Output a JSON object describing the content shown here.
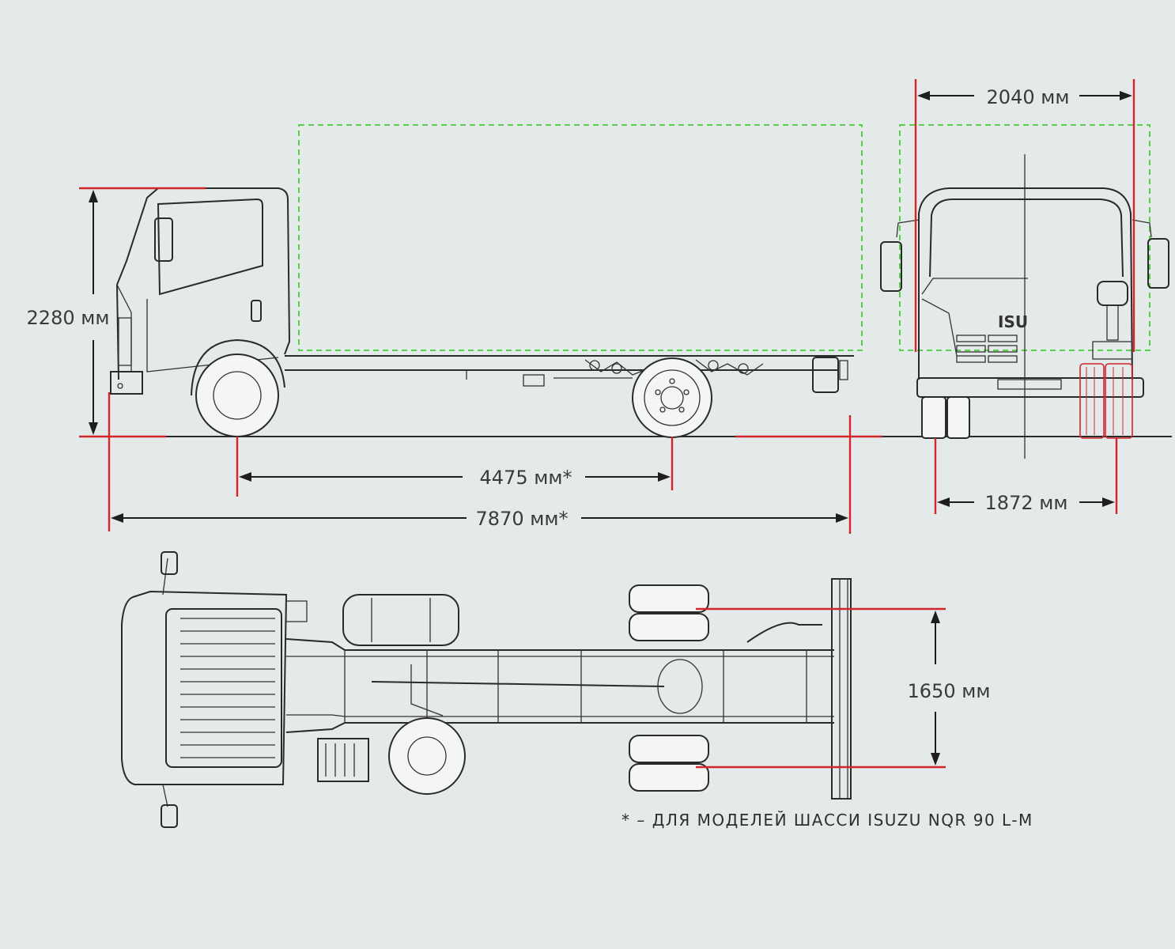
{
  "dimensions": {
    "height": "2280 мм",
    "wheelbase": "4475 мм*",
    "overall_length": "7870 мм*",
    "overall_width": "2040 мм",
    "track_width": "1872 мм",
    "frame_width": "1650 мм"
  },
  "brand_badge": "ISU",
  "footnote": "* – ДЛЯ МОДЕЛЕЙ ШАССИ ISUZU NQR 90 L-M",
  "colors": {
    "dimension_red": "#d2262b",
    "body_outline_green": "#58d14a",
    "background": "#e4e9e9"
  }
}
